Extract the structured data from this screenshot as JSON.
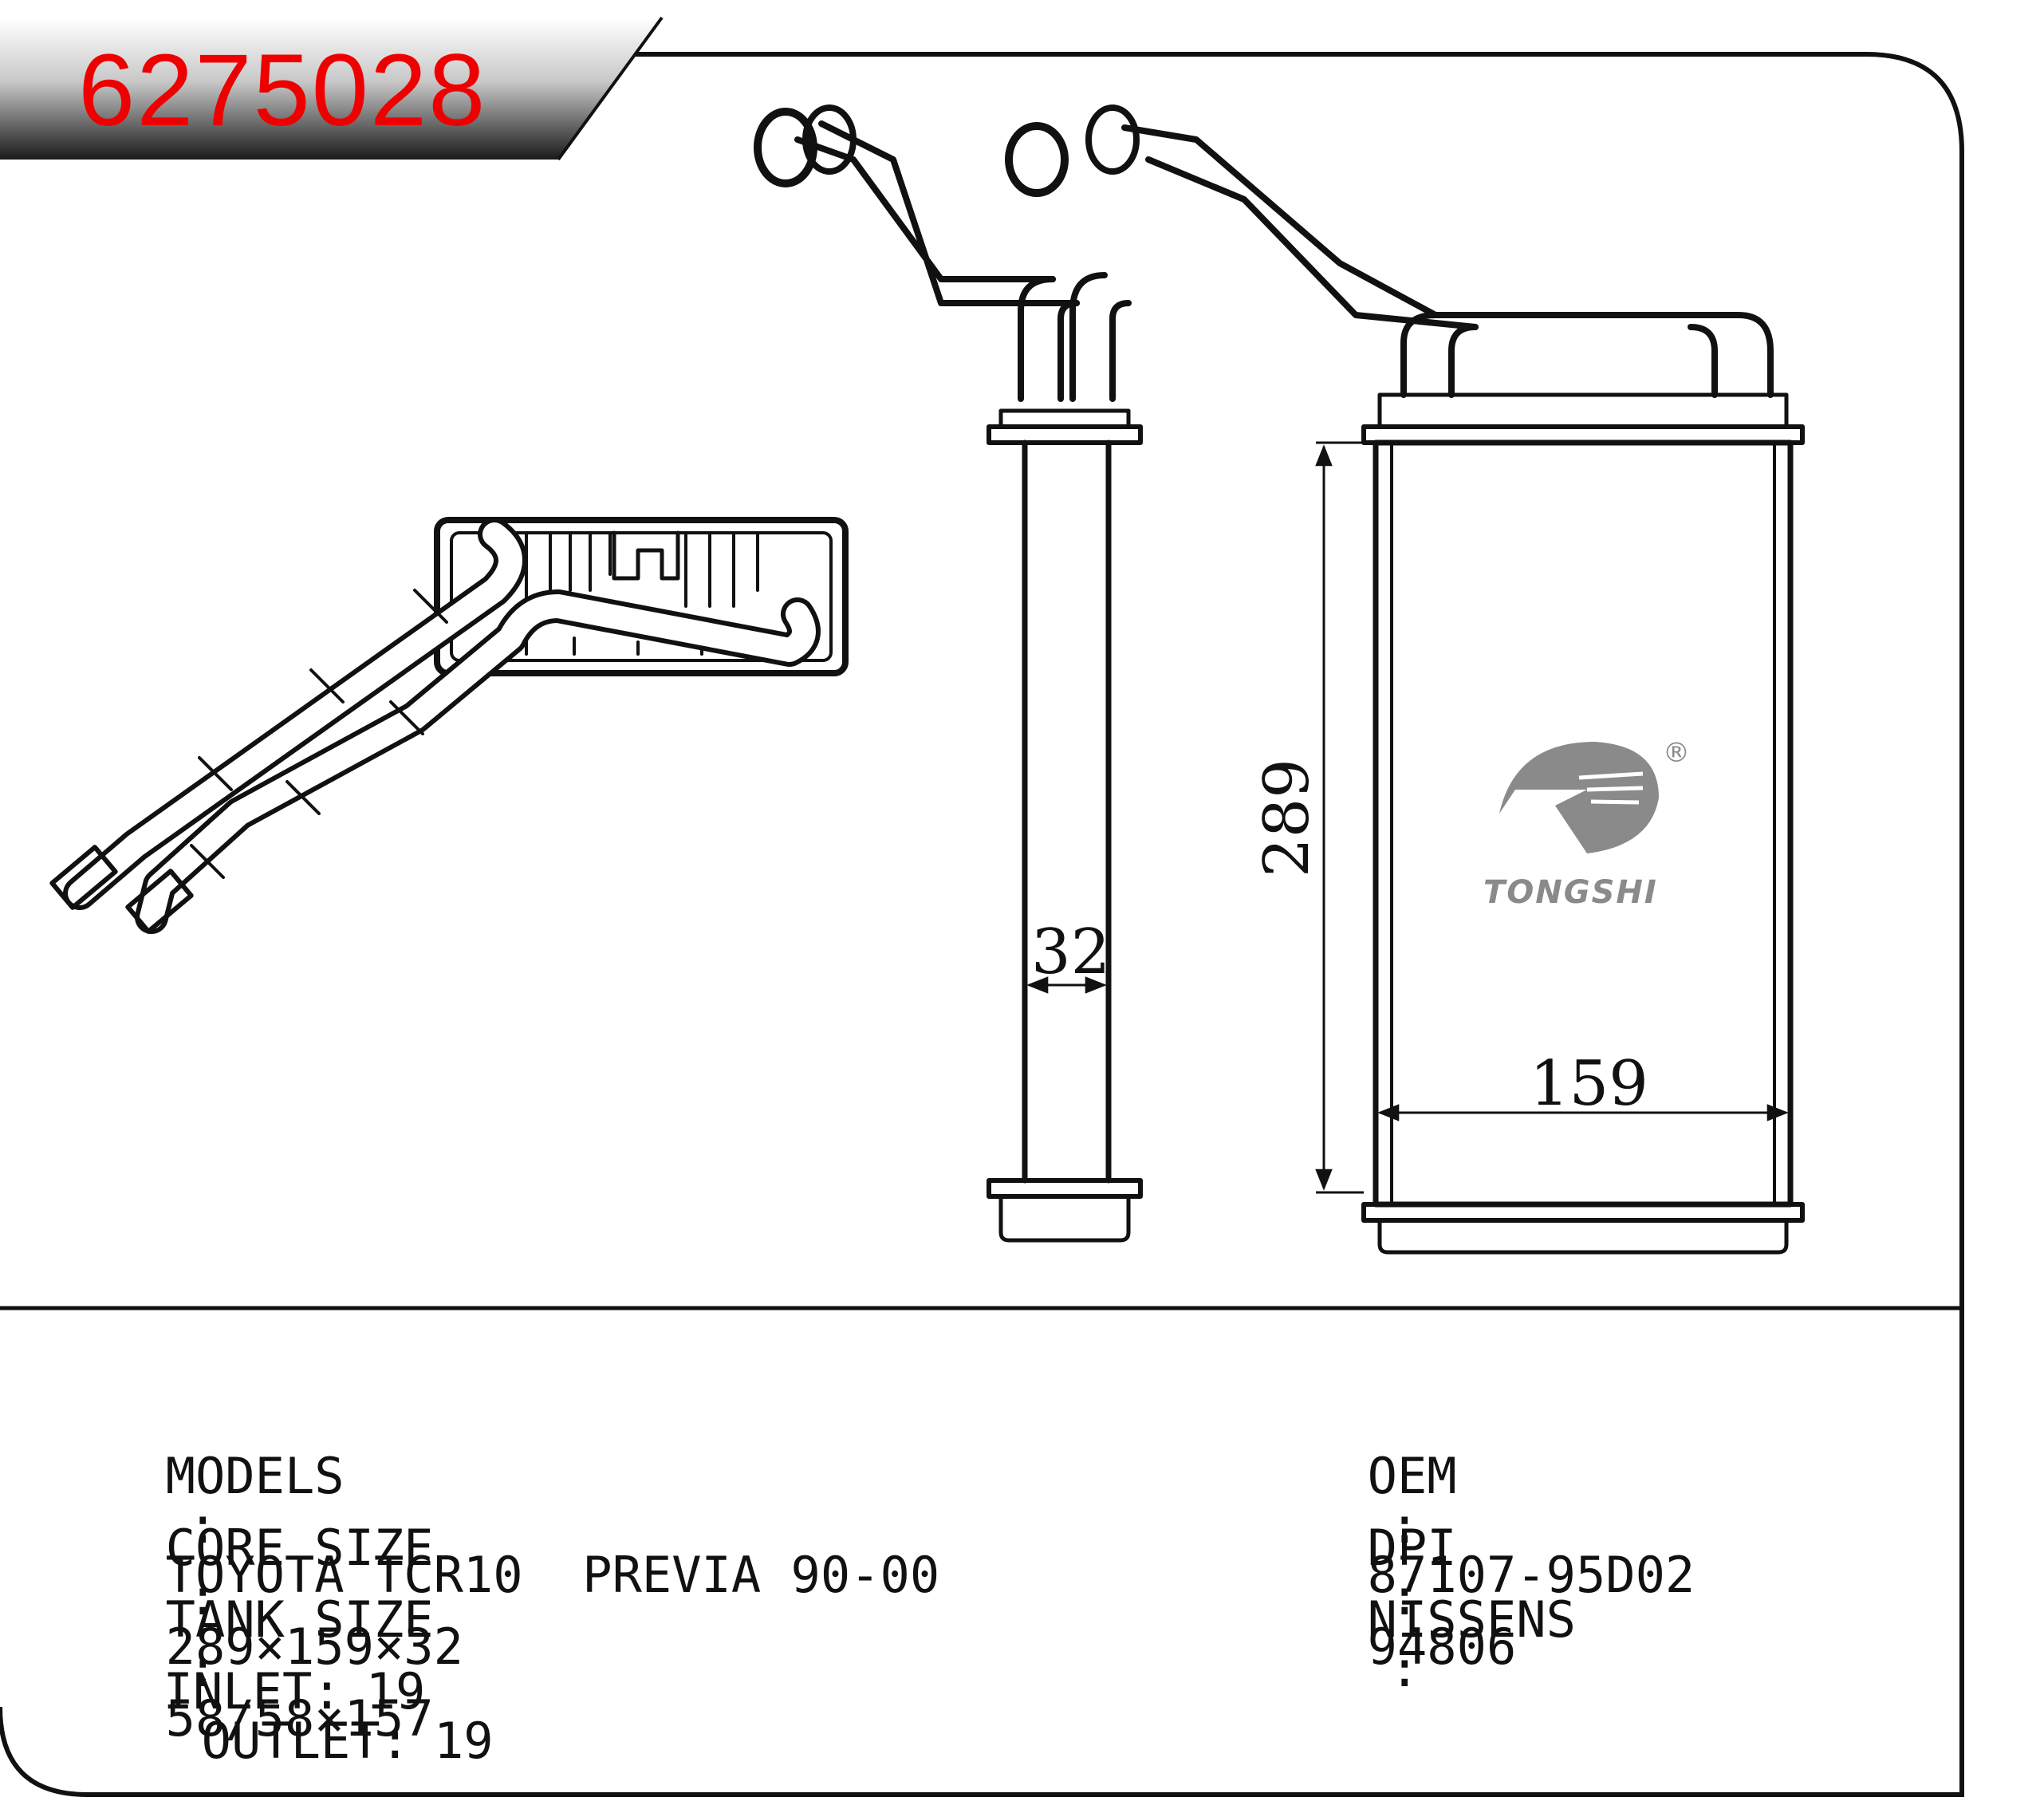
{
  "header": {
    "part_number": "6275028",
    "accent_color": "#ee0000"
  },
  "dimensions": {
    "height": "289",
    "width": "159",
    "thickness": "32"
  },
  "brand": {
    "name": "TONGSHI",
    "registered": "®",
    "logo_color": "#8a8a8a"
  },
  "specs": {
    "models_label": "MODELS",
    "models_value": "TOYOTA TCR10  PREVIA 90-00",
    "core_label": "CORE SIZE",
    "core_value": "289×159×32",
    "tank_label": "TANK SIZE",
    "tank_value": "58/58×157",
    "inlet_label": "INLET",
    "inlet_value": "19",
    "outlet_label": "OUTLET",
    "outlet_value": "19",
    "oem_label": "OEM",
    "oem_value": "87107-95D02",
    "dpi_label": "DPI",
    "dpi_value": "94806",
    "nissens_label": "NISSENS",
    "nissens_value": "",
    "separator": ":"
  }
}
